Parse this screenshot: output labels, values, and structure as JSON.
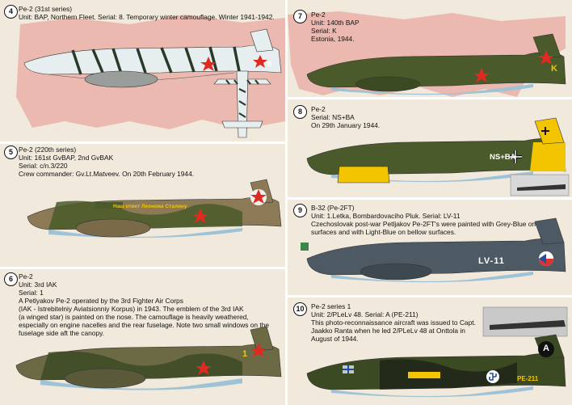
{
  "left_column": {
    "entries": [
      {
        "number": "4",
        "lines": [
          "Pe-2 (31st series)",
          "Unit: BAP, Northern Fleet. Serial: 8. Temporary winter camouflage. Winter 1941-1942."
        ]
      },
      {
        "number": "5",
        "lines": [
          "Pe-2 (220th series)",
          "Unit: 161st GvBAP, 2nd GvBAK",
          "Serial: c/n.3/220",
          "Crew commander: Gv.Lt.Matveev. On 20th February 1944."
        ]
      },
      {
        "number": "6",
        "lines": [
          "Pe-2",
          "Unit: 3rd IAK",
          "Serial: 1",
          "A Petlyakov Pe-2 operated by the 3rd Fighter Air Corps",
          "(IAK - Istrebitelniy Aviatsionniy Korpus) in 1943. The emblem of the 3rd IAK",
          "(a winged star) is painted on the nose. The camouflage is heavily weathered,",
          "especially on engine nacelles and the rear fuselage. Note two small windows on the",
          "fuselage side aft the canopy."
        ]
      }
    ]
  },
  "right_column": {
    "entries": [
      {
        "number": "7",
        "lines": [
          "Pe-2",
          "Unit: 140th BAP",
          "Serial: K",
          "Estonia, 1944."
        ]
      },
      {
        "number": "8",
        "lines": [
          "Pe-2",
          "Serial: NS+BA",
          "On 29th January 1944."
        ]
      },
      {
        "number": "9",
        "lines": [
          "B-32 (Pe-2FT)",
          "Unit: 1.Letka, Bombardovaciho Pluk. Serial: LV-11",
          "Czechoslovak post-war Petljakov Pe-2FT's were painted with Grey-Blue on upper",
          "surfaces and with Light-Blue on bellow surfaces."
        ]
      },
      {
        "number": "10",
        "lines": [
          "Pe-2 series 1",
          "Unit: 2/PLeLv 48. Serial: A (PE-211)",
          "This photo-reconnaissance aircraft was issued to Capt.",
          "Jaakko Ranta when he led 2/PLeLv 48 at Onttola in",
          "August of 1944."
        ]
      }
    ]
  },
  "markings": {
    "serial_4": "8",
    "nose_text_5": "Наш ответ Леонова Сталину",
    "serial_6": "1",
    "serial_7": "K",
    "code_8": "NS+BA",
    "serial_9": "LV-11",
    "serial_10": "A",
    "code_10": "PE-211"
  },
  "colors": {
    "background": "#f1e9dc",
    "map_red": "#d9342f",
    "soviet_star": "#e02a20",
    "winter_white": "#e7eef0",
    "olive_green": "#4a5a2a",
    "grey_blue": "#4d5a63",
    "light_blue": "#9ec3d6",
    "yellow": "#f2c500"
  }
}
